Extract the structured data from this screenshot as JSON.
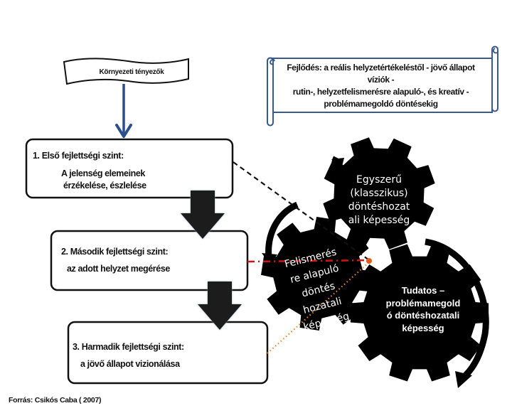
{
  "diagram": {
    "environment_banner": {
      "label": "Környezeti tényezők"
    },
    "scroll_banner": {
      "lines": [
        "Fejlődés: a reális helyzetértékeléstől - jövő állapot",
        "víziók -",
        "rutin-, helyzetfelismerésre alapuló-, és kreatív -",
        "problémamegoldó döntésekig"
      ]
    },
    "levels": [
      {
        "title": "1. Első fejlettségi szint:",
        "description_lines": [
          "A jelenség elemeinek",
          "érzékelése, észlelése"
        ]
      },
      {
        "title": "2. Második fejlettségi szint:",
        "description_lines": [
          "az adott helyzet megérése"
        ]
      },
      {
        "title": "3. Harmadik fejlettségi szint:",
        "description_lines": [
          "a  jövő állapot  vizionálása"
        ]
      }
    ],
    "gears": [
      {
        "lines": [
          "Egyszerű",
          "(klasszikus)",
          "döntéshozat",
          "ali képesség"
        ]
      },
      {
        "lines": [
          "Felismerés",
          "re  alapuló",
          "döntés",
          "hozatali",
          "képesség"
        ]
      },
      {
        "lines": [
          "Tudatos –",
          "problémamegold",
          "ó döntéshozatali",
          "képesség"
        ]
      }
    ],
    "connectors": {
      "level1_to_gears": {
        "style": "dashed",
        "color": "#111111"
      },
      "level2_to_gears": {
        "style": "dash-dot",
        "color": "#d11414"
      },
      "level3_to_gears": {
        "style": "dotted",
        "color": "#e0892a"
      }
    },
    "colors": {
      "env_arrow": "#2b4f8c",
      "scroll_border": "#3a5a8f",
      "gear_fill": "#000000",
      "block_arrow": "#1a1a1a"
    },
    "source": "Forrás: Csikós Caba  ( 2007)"
  }
}
